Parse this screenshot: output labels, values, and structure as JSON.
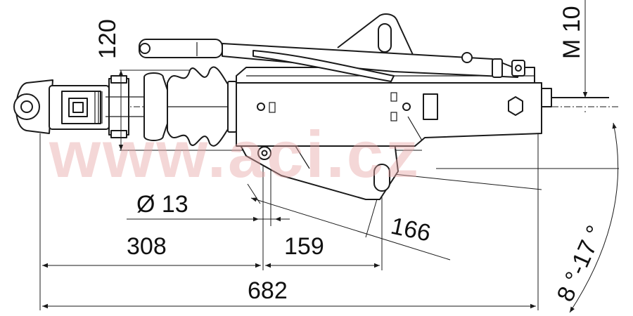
{
  "watermark": "www.aci.cz",
  "dimensions": {
    "height_120": "120",
    "thread": "M 10",
    "hole_diameter": "Ø  13",
    "length_308": "308",
    "length_159": "159",
    "length_166": "166",
    "total_length": "682",
    "angle_range": "8 °-17 °"
  },
  "colors": {
    "line": "#1a1a1a",
    "watermark": "#e6a6a6"
  }
}
